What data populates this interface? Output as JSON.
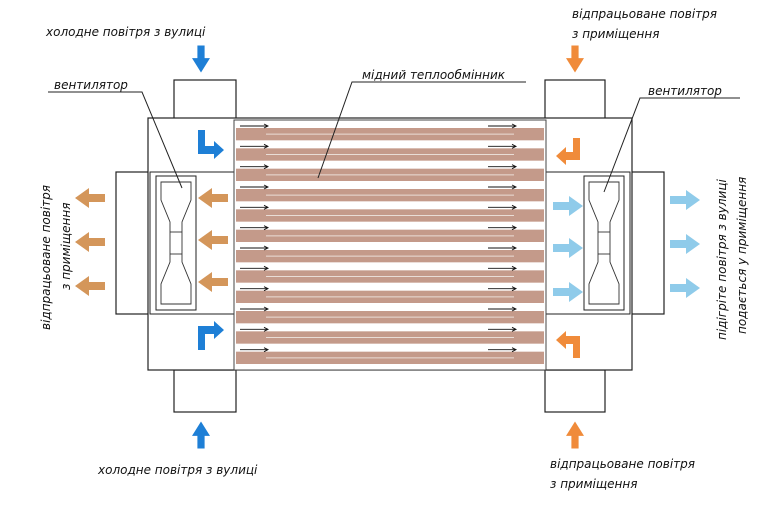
{
  "labels": {
    "cold_air_top": "холодне повітря з вулиці",
    "cold_air_bottom": "холодне повітря з вулиці",
    "exhaust_top_line1": "відпрацьоване повітря",
    "exhaust_top_line2": "з приміщення",
    "exhaust_bottom_line1": "відпрацьоване повітря",
    "exhaust_bottom_line2": "з приміщення",
    "fan_left": "вентилятор",
    "fan_right": "вентилятор",
    "heat_exchanger": "мідний теплообмінник",
    "left_side_line1": "відпрацьоване повітря",
    "left_side_line2": "з приміщення",
    "right_side_line1": "підігріте повітря з вулиці",
    "right_side_line2": "подається у приміщення"
  },
  "colors": {
    "cold_arrow": "#1e7fd6",
    "warm_arrow": "#f08b3a",
    "exhaust_side_arrow": "#d4965a",
    "heated_side_arrow": "#8fcbea",
    "copper_tube": "#c49a8a",
    "copper_line": "#e9ddd6"
  },
  "tube_count": 12
}
